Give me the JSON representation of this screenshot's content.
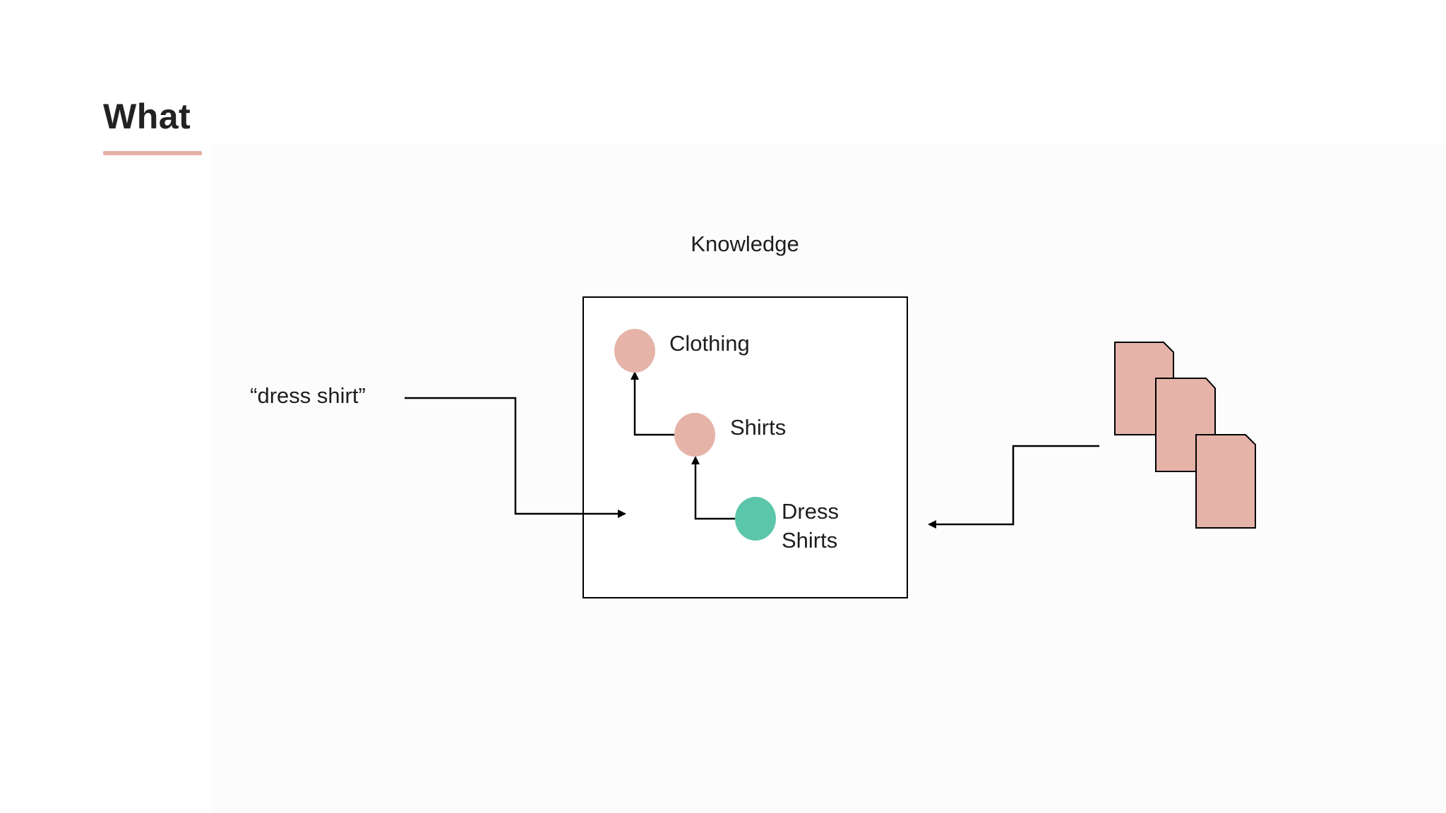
{
  "slide": {
    "title": "What",
    "accent_color": "#e6b0a5"
  },
  "diagram": {
    "box_label": "Knowledge",
    "query_label": "“dress shirt”",
    "nodes": {
      "clothing": "Clothing",
      "shirts": "Shirts",
      "dress_shirts_line1": "Dress",
      "dress_shirts_line2": "Shirts"
    },
    "colors": {
      "node_default": "#e5b3a8",
      "node_highlight": "#5cc6aa",
      "document_fill": "#e5b3a8",
      "stroke": "#000000"
    },
    "documents_icon": "stacked-documents-icon"
  }
}
